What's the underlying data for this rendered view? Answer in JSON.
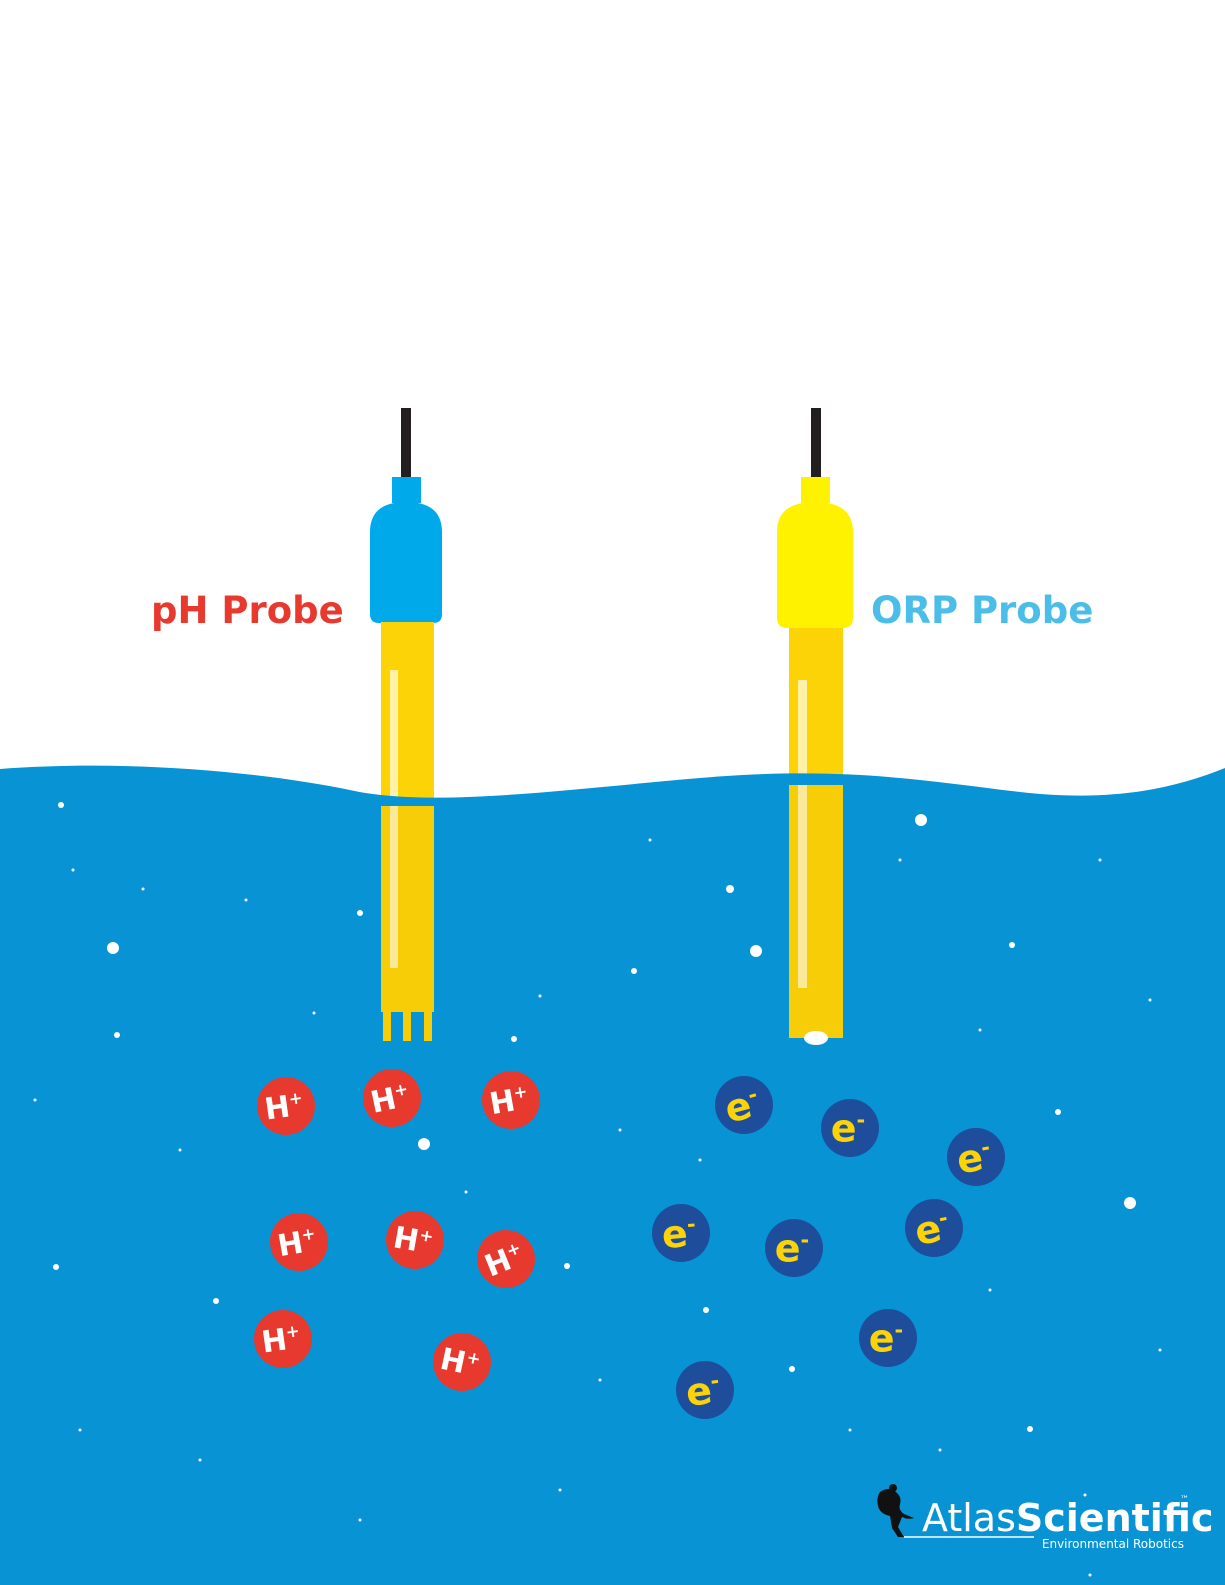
{
  "labels": {
    "ph_probe": "pH Probe",
    "orp_probe": "ORP Probe"
  },
  "ions": {
    "hydrogen_symbol": "H",
    "hydrogen_charge": "+",
    "electron_symbol": "e",
    "electron_charge": "-"
  },
  "brand": {
    "name_part1": "Atlas",
    "name_part2": "Scientific",
    "trademark": "™",
    "tagline": "Environmental Robotics"
  },
  "colors": {
    "water": "#0793d4",
    "ph_label": "#e8392f",
    "orp_label": "#4bbde9",
    "ph_cap": "#00a9e9",
    "orp_cap": "#fff200",
    "probe_body": "#fcd307",
    "cable": "#231f20",
    "hydrogen_ion": "#e8392f",
    "electron": "#1e4d9b",
    "electron_text": "#fcd307"
  },
  "icons": {
    "brand_logo": "kangaroo-icon"
  }
}
